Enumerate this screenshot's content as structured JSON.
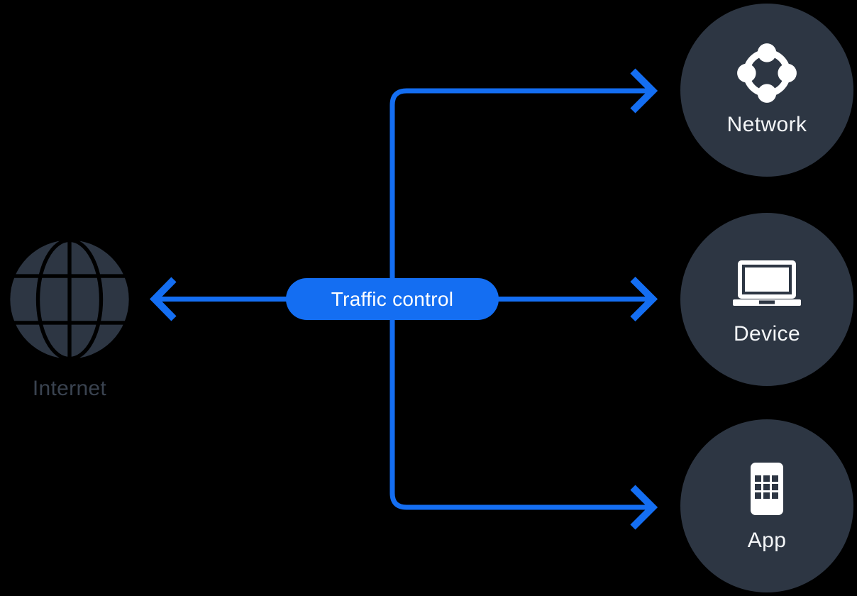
{
  "colors": {
    "bg": "#000000",
    "accent": "#146EF2",
    "node": "#2D3643",
    "node-text": "#F4F6F8",
    "muted-text": "#3A4350",
    "pill-text": "#FFFFFF"
  },
  "hub": {
    "label": "Traffic control"
  },
  "source": {
    "label": "Internet",
    "icon": "globe-icon"
  },
  "targets": [
    {
      "id": "network",
      "label": "Network",
      "icon": "network-nodes-icon"
    },
    {
      "id": "device",
      "label": "Device",
      "icon": "laptop-icon"
    },
    {
      "id": "app",
      "label": "App",
      "icon": "app-grid-icon"
    }
  ],
  "connections": [
    {
      "from": "traffic-control",
      "to": "internet",
      "direction": "left"
    },
    {
      "from": "traffic-control",
      "to": "network",
      "direction": "right"
    },
    {
      "from": "traffic-control",
      "to": "device",
      "direction": "right"
    },
    {
      "from": "traffic-control",
      "to": "app",
      "direction": "right"
    }
  ]
}
